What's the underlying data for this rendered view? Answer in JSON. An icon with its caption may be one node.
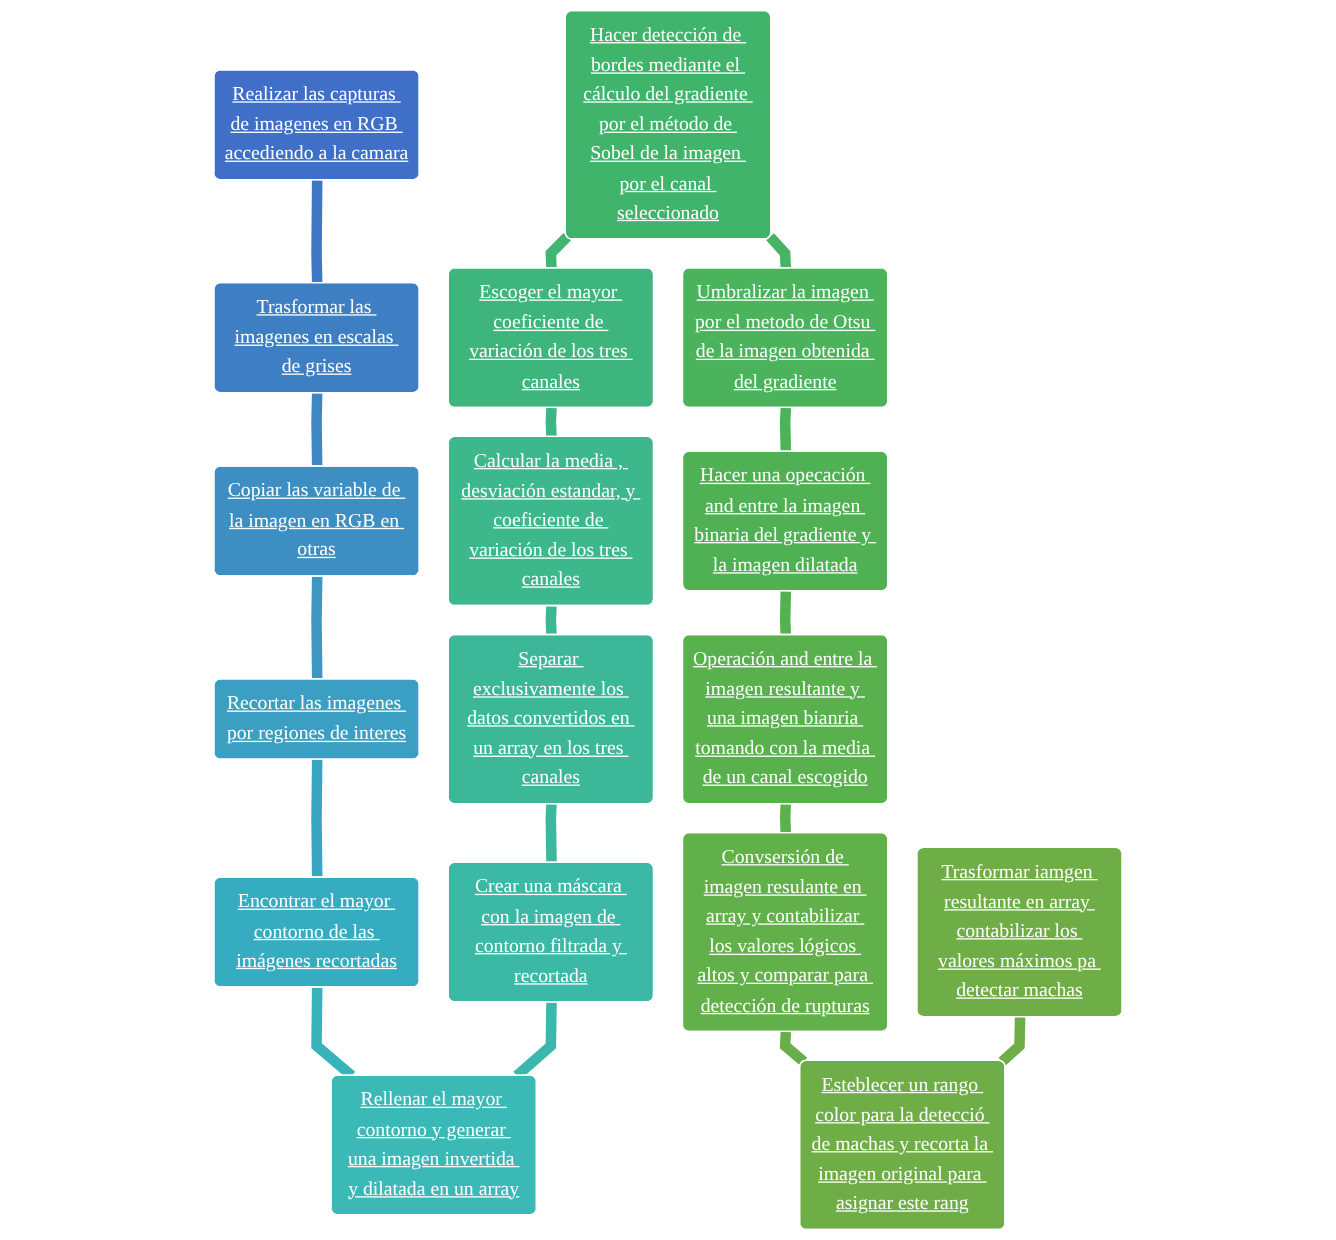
{
  "diagram": {
    "nodes": [
      {
        "text": [
          "Realizar las capturas de imagenes en RGB accediendo a la camara"
        ]
      },
      {
        "text": [
          "Trasformar las imagenes en escalas de grises"
        ]
      },
      {
        "text": [
          "Copiar las variable de la imagen en RGB en otras"
        ]
      },
      {
        "text": [
          "Recortar las imagenes por regiones de interes"
        ]
      },
      {
        "text": [
          "Encontrar el mayor contorno de las imágenes recortadas"
        ]
      },
      {
        "text": [
          "Escoger el mayor coeficiente de variación de los tres canales"
        ]
      },
      {
        "text": [
          "Calcular la media , desviación estandar, y coeficiente de variación de los tres canales"
        ]
      },
      {
        "text": [
          "Separar exclusivamente los datos convertidos en un array en los tres canales"
        ]
      },
      {
        "text": [
          "Crear una máscara con la imagen de contorno filtrada y recortada"
        ]
      },
      {
        "text": [
          "Rellenar el mayor contorno y generar una imagen invertida y dilatada en un array"
        ]
      },
      {
        "text": [
          "Hacer detección de bordes mediante el cálculo del gradiente por el método de Sobel de la imagen por el canal seleccionado"
        ]
      },
      {
        "text": [
          "Umbralizar la imagen por el metodo de Otsu de la imagen obtenida del gradiente"
        ]
      },
      {
        "text": [
          "Hacer una opecación and entre la imagen binaria del gradiente y la imagen dilatada"
        ]
      },
      {
        "text": [
          "Operación and entre la imagen resultante y una imagen bianria tomando con la media de un canal escogido"
        ]
      },
      {
        "text": [
          "Convsersión de imagen resulante en array y contabilizar los valores lógicos altos y comparar para detección de rupturas"
        ]
      },
      {
        "text": [
          "Trasformar iamgen resultante en array contabilizar los valores máximos pa detectar machas"
        ]
      },
      {
        "text": [
          "Esteblecer un rango color para la detecció de machas y recorta la imagen original para asignar este rang"
        ]
      }
    ],
    "edges": [
      {
        "from": 0,
        "to": 1,
        "arrow": "none",
        "color": "#3e77c5"
      },
      {
        "from": 1,
        "to": 2,
        "arrow": "none",
        "color": "#3e87c4"
      },
      {
        "from": 2,
        "to": 3,
        "arrow": "none",
        "color": "#3c97c3"
      },
      {
        "from": 3,
        "to": 4,
        "arrow": "none",
        "color": "#38a6c1"
      },
      {
        "from": 4,
        "to": 9,
        "arrow": "none",
        "color": "#38b3bc"
      },
      {
        "from": 8,
        "to": 9,
        "arrow": "none",
        "color": "#3bb8ae"
      },
      {
        "from": 7,
        "to": 8,
        "arrow": "none",
        "color": "#3cb89e"
      },
      {
        "from": 6,
        "to": 7,
        "arrow": "none",
        "color": "#3db792"
      },
      {
        "from": 5,
        "to": 6,
        "arrow": "none",
        "color": "#3eb685"
      },
      {
        "from": 10,
        "to": 5,
        "arrow": "none",
        "color": "#40b574"
      },
      {
        "from": 10,
        "to": 11,
        "arrow": "none",
        "color": "#46b464"
      },
      {
        "from": 11,
        "to": 12,
        "arrow": "none",
        "color": "#4db258"
      },
      {
        "from": 12,
        "to": 13,
        "arrow": "none",
        "color": "#54b150"
      },
      {
        "from": 13,
        "to": 14,
        "arrow": "none",
        "color": "#5db14c"
      },
      {
        "from": 14,
        "to": 16,
        "arrow": "none",
        "color": "#69af49"
      },
      {
        "from": 15,
        "to": 16,
        "arrow": "none",
        "color": "#6fad47"
      }
    ]
  }
}
